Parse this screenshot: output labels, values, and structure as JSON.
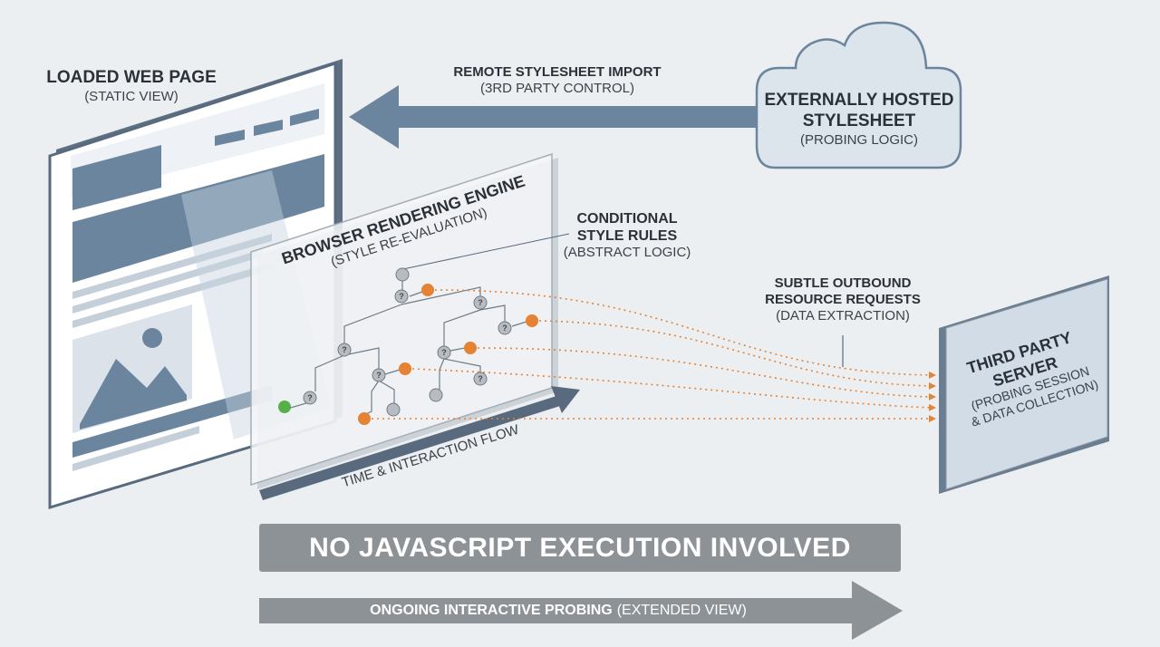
{
  "web_page": {
    "title": "LOADED WEB PAGE",
    "subtitle": "(STATIC VIEW)"
  },
  "import_arrow": {
    "title": "REMOTE STYLESHEET IMPORT",
    "subtitle": "(3RD PARTY CONTROL)"
  },
  "cloud": {
    "title_line1": "EXTERNALLY HOSTED",
    "title_line2": "STYLESHEET",
    "subtitle": "(PROBING LOGIC)"
  },
  "engine": {
    "title": "BROWSER RENDERING ENGINE",
    "subtitle": "(STYLE RE-EVALUATION)"
  },
  "rules": {
    "title_line1": "CONDITIONAL",
    "title_line2": "STYLE RULES",
    "subtitle": "(ABSTRACT LOGIC)"
  },
  "requests": {
    "title_line1": "SUBTLE OUTBOUND",
    "title_line2": "RESOURCE REQUESTS",
    "subtitle": "(DATA EXTRACTION)"
  },
  "server": {
    "title_line1": "THIRD PARTY",
    "title_line2": "SERVER",
    "subtitle_line1": "(PROBING SESSION",
    "subtitle_line2": "& DATA COLLECTION)"
  },
  "time_flow": {
    "label": "TIME & INTERACTION FLOW"
  },
  "banner": {
    "text": "NO JAVASCRIPT EXECUTION INVOLVED"
  },
  "bottom_arrow": {
    "bold": "ONGOING INTERACTIVE PROBING",
    "normal": "(EXTENDED VIEW)"
  },
  "node_glyph": "?",
  "colors": {
    "slate": "#6b859f",
    "dark_slate": "#5a6a7e",
    "banner_gray": "#8d9296",
    "orange": "#e58234",
    "green": "#56b04a",
    "node_gray": "#b8bcc1",
    "cloud_fill": "#dce4ec"
  }
}
